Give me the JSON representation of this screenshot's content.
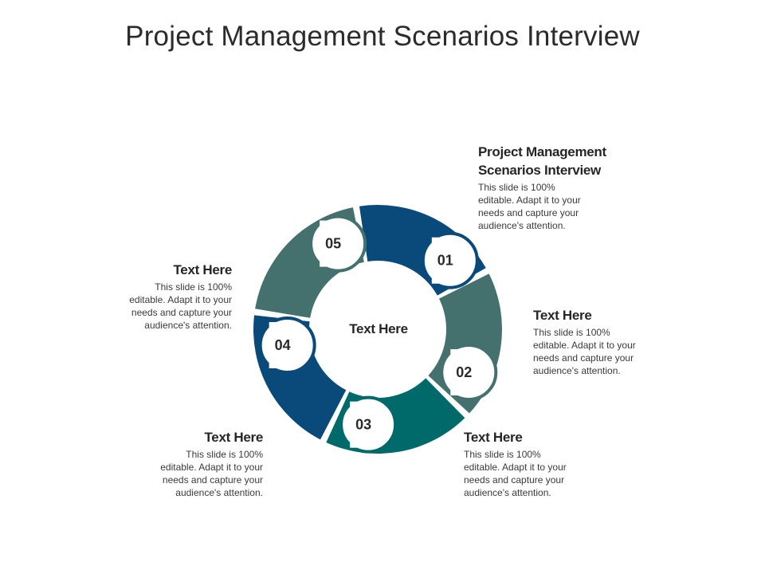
{
  "title": "Project Management Scenarios Interview",
  "center_label": "Text Here",
  "colors": {
    "navy": "#0a4a7a",
    "slate": "#44706e",
    "teal": "#006a6a",
    "tag_fill": "#ffffff"
  },
  "segments": [
    {
      "number": "01",
      "color": "navy"
    },
    {
      "number": "02",
      "color": "slate"
    },
    {
      "number": "03",
      "color": "teal"
    },
    {
      "number": "04",
      "color": "navy"
    },
    {
      "number": "05",
      "color": "slate"
    }
  ],
  "blocks": {
    "b1": {
      "heading_line1": "Project Management",
      "heading_line2": "Scenarios Interview",
      "body": [
        "This slide is 100%",
        "editable. Adapt it to your",
        "needs and capture your",
        "audience's attention."
      ]
    },
    "b2": {
      "heading": "Text Here",
      "body": [
        "This slide is 100%",
        "editable. Adapt it to your",
        "needs and capture your",
        "audience's attention."
      ]
    },
    "b3": {
      "heading": "Text Here",
      "body": [
        "This slide is 100%",
        "editable. Adapt it to your",
        "needs and capture your",
        "audience's attention."
      ]
    },
    "b4": {
      "heading": "Text Here",
      "body": [
        "This slide is 100%",
        "editable. Adapt it to your",
        "needs and capture your",
        "audience's attention."
      ]
    },
    "b5": {
      "heading": "Text Here",
      "body": [
        "This slide is 100%",
        "editable. Adapt it to your",
        "needs and capture your",
        "audience's attention."
      ]
    }
  }
}
